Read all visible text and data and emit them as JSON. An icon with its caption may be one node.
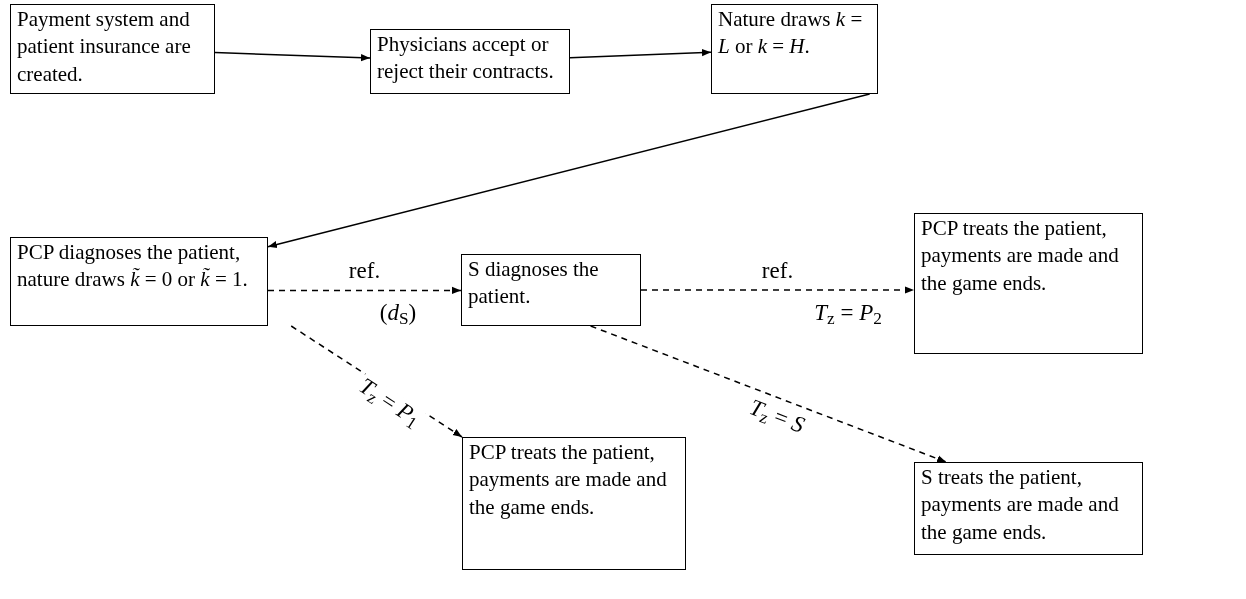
{
  "diagram": {
    "nodes": [
      {
        "text": [
          "Payment system and patient insurance are created."
        ]
      },
      {
        "text": [
          "Physicians accept or reject their contracts."
        ]
      },
      {
        "text": [
          "Nature draws *k* = *L* or *k* = *H*."
        ]
      },
      {
        "text": [
          "PCP diagnoses the patient, nature draws *k̃* = 0 or *k̃* = 1."
        ]
      },
      {
        "text": [
          "S diagnoses the patient."
        ]
      },
      {
        "text": [
          "PCP treats the patient, payments are made and the game ends."
        ]
      },
      {
        "text": [
          "PCP treats the patient, payments are made and the game ends."
        ]
      },
      {
        "text": [
          "S treats the patient, payments are made and the game ends."
        ]
      }
    ],
    "edges": [
      {
        "from": 0,
        "to": 1,
        "arrow": "to"
      },
      {
        "from": 1,
        "to": 2,
        "arrow": "to"
      },
      {
        "from": 2,
        "to": 3,
        "arrow": "to"
      },
      {
        "from": 3,
        "to": 4,
        "arrow": "to",
        "label": "ref.",
        "style": "dashed"
      },
      {
        "from": 4,
        "to": 5,
        "arrow": "to",
        "label": "ref.",
        "style": "dashed"
      },
      {
        "from": 3,
        "to": 6,
        "arrow": "to",
        "label": "*T*$_{z}$ = *P*$_{1}$",
        "style": "dashed"
      },
      {
        "from": 4,
        "to": 7,
        "arrow": "to",
        "label": "*T*$_{z}$ = *S*",
        "style": "dashed"
      }
    ],
    "labels": [
      "(*d*$_{S}$)",
      "*T*$_{z}$ = *P*$_{2}$"
    ]
  }
}
